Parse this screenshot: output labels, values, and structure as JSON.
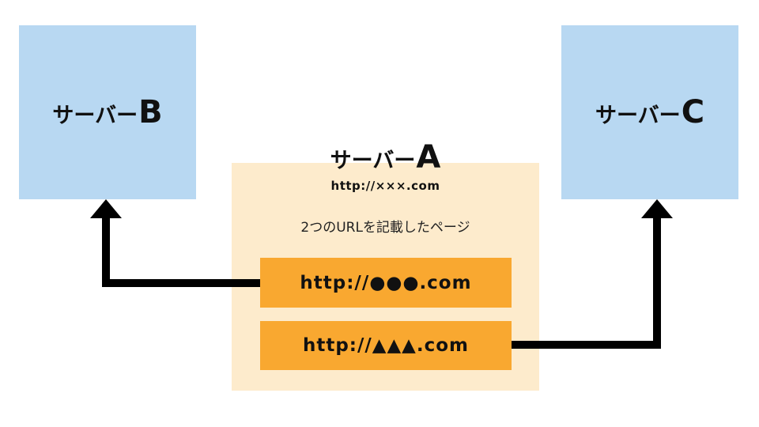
{
  "server_b": {
    "kana": "サーバー",
    "letter": "B"
  },
  "server_c": {
    "kana": "サーバー",
    "letter": "C"
  },
  "server_a": {
    "kana": "サーバー",
    "letter": "A",
    "url": "http://×××.com",
    "caption": "2つのURLを記載したページ",
    "links": [
      "http://●●●.com",
      "http://▲▲▲.com"
    ]
  },
  "colors": {
    "server_box": "#b8d8f2",
    "server_a_panel": "#fdebcc",
    "link_box": "#f9a830",
    "arrow": "#000000"
  }
}
